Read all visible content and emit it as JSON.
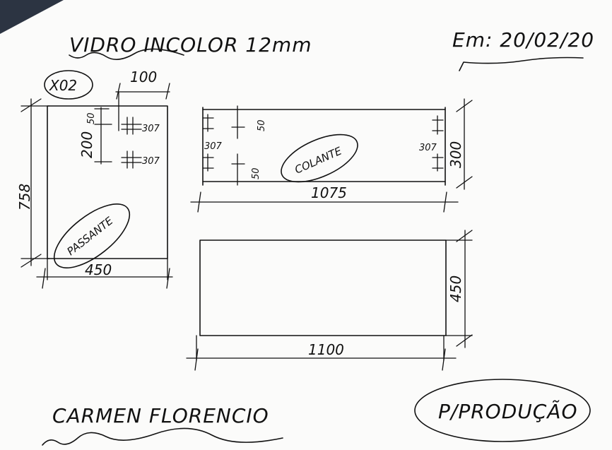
{
  "header": {
    "title": "VIDRO INCOLOR 12mm",
    "date": "Em: 20/02/20"
  },
  "piece_1": {
    "quantity": "X02",
    "hole_offset": "100",
    "hole_spacing_top": "50",
    "hole_spacing_main": "200",
    "hole_label_top": "307",
    "hole_label_bottom": "307",
    "height": "758",
    "width": "450",
    "type": "PASSANTE"
  },
  "piece_2": {
    "hole_spacing_top": "50",
    "hole_spacing_bottom": "50",
    "hole_label_left": "307",
    "hole_label_right": "307",
    "height": "300",
    "width": "1075",
    "type": "COLANTE"
  },
  "piece_3": {
    "height": "450",
    "width": "1100"
  },
  "footer": {
    "client": "CARMEN FLORENCIO",
    "destination": "P/PRODUÇÃO"
  }
}
